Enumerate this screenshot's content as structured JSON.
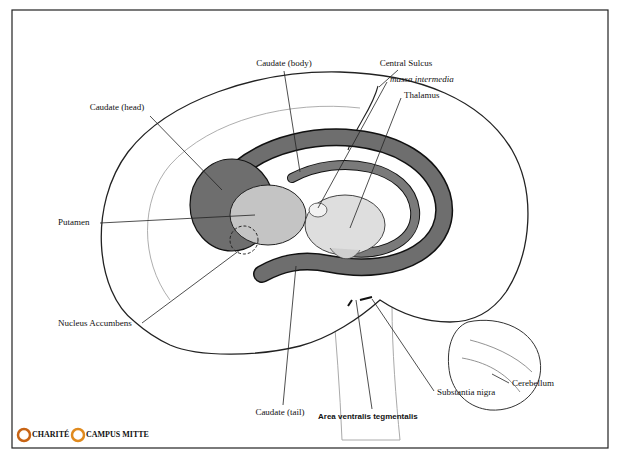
{
  "diagram": {
    "labels": [
      "Caudate (body)",
      "Central Sulcus",
      "massa intermedia",
      "Thalamus",
      "Caudate (head)",
      "Putamen",
      "Nucleus Accumbens",
      "Caudate (tail)",
      "Area ventralis tegmentalis",
      "Substantia nigra",
      "Cerebellum",
      "CHARITÉ",
      "CAMPUS MITTE"
    ]
  }
}
